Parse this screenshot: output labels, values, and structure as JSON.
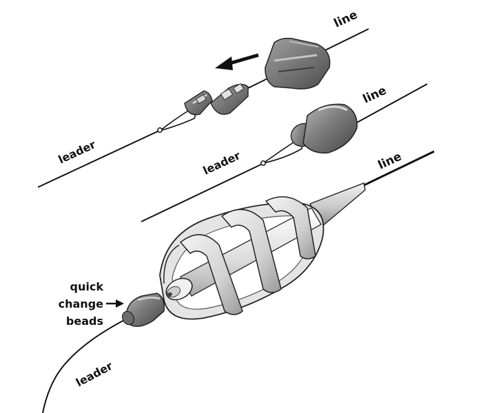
{
  "labels": {
    "line_top": "line",
    "line_middle": "line",
    "line_bottom": "line",
    "leader_top": "leader",
    "leader_middle": "leader",
    "leader_bottom": "leader",
    "callout_1": "quick",
    "callout_2": "change",
    "callout_3": "beads"
  },
  "colors": {
    "line": "#111111",
    "bead_dark": "#5a5a5a",
    "bead_mid": "#8a8a8a",
    "bead_light": "#c9c9c9",
    "cage_light": "#e6e6e6",
    "cage_shade": "#9c9c9c"
  }
}
